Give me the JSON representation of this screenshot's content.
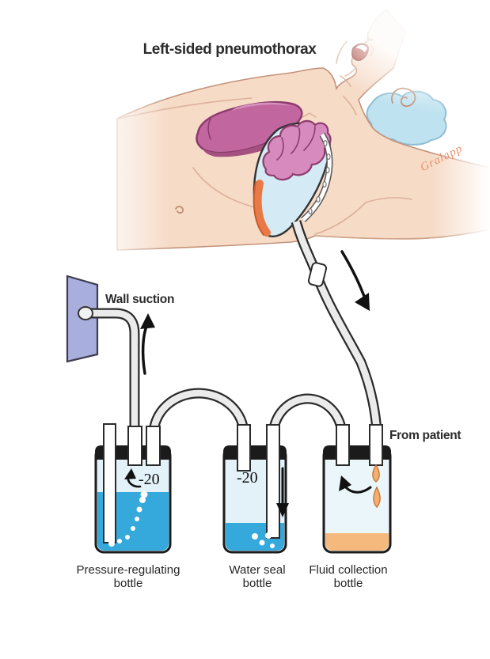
{
  "title": "Left-sided pneumothorax",
  "illustration": {
    "signature": "Gralapp",
    "depicts": "supine patient with collapsed left lung, chest tube in pleural space"
  },
  "wall_suction": {
    "label": "Wall suction"
  },
  "from_patient_label": "From patient",
  "bottles": {
    "pressure_regulating": {
      "label_line1": "Pressure-regulating",
      "label_line2": "bottle",
      "pressure_value": "-20"
    },
    "water_seal": {
      "label_line1": "Water seal",
      "label_line2": "bottle",
      "pressure_value": "-20"
    },
    "fluid_collection": {
      "label_line1": "Fluid collection",
      "label_line2": "bottle"
    }
  },
  "colors": {
    "skin": "#f6dbc7",
    "pillow": "#bfe2f0",
    "healthy_lung": "#c2669f",
    "collapsed_lung": "#d78abd",
    "pleural_air": "#d4ebf5",
    "effusion_orange": "#e87a45",
    "wall_plate": "#a9afdd",
    "tube_gray": "#ebebeb",
    "cap_black": "#1b1b1b",
    "water_blue": "#35a8dc",
    "air_light_blue": "#e3f1f8",
    "fluid_orange": "#f5b97d"
  }
}
